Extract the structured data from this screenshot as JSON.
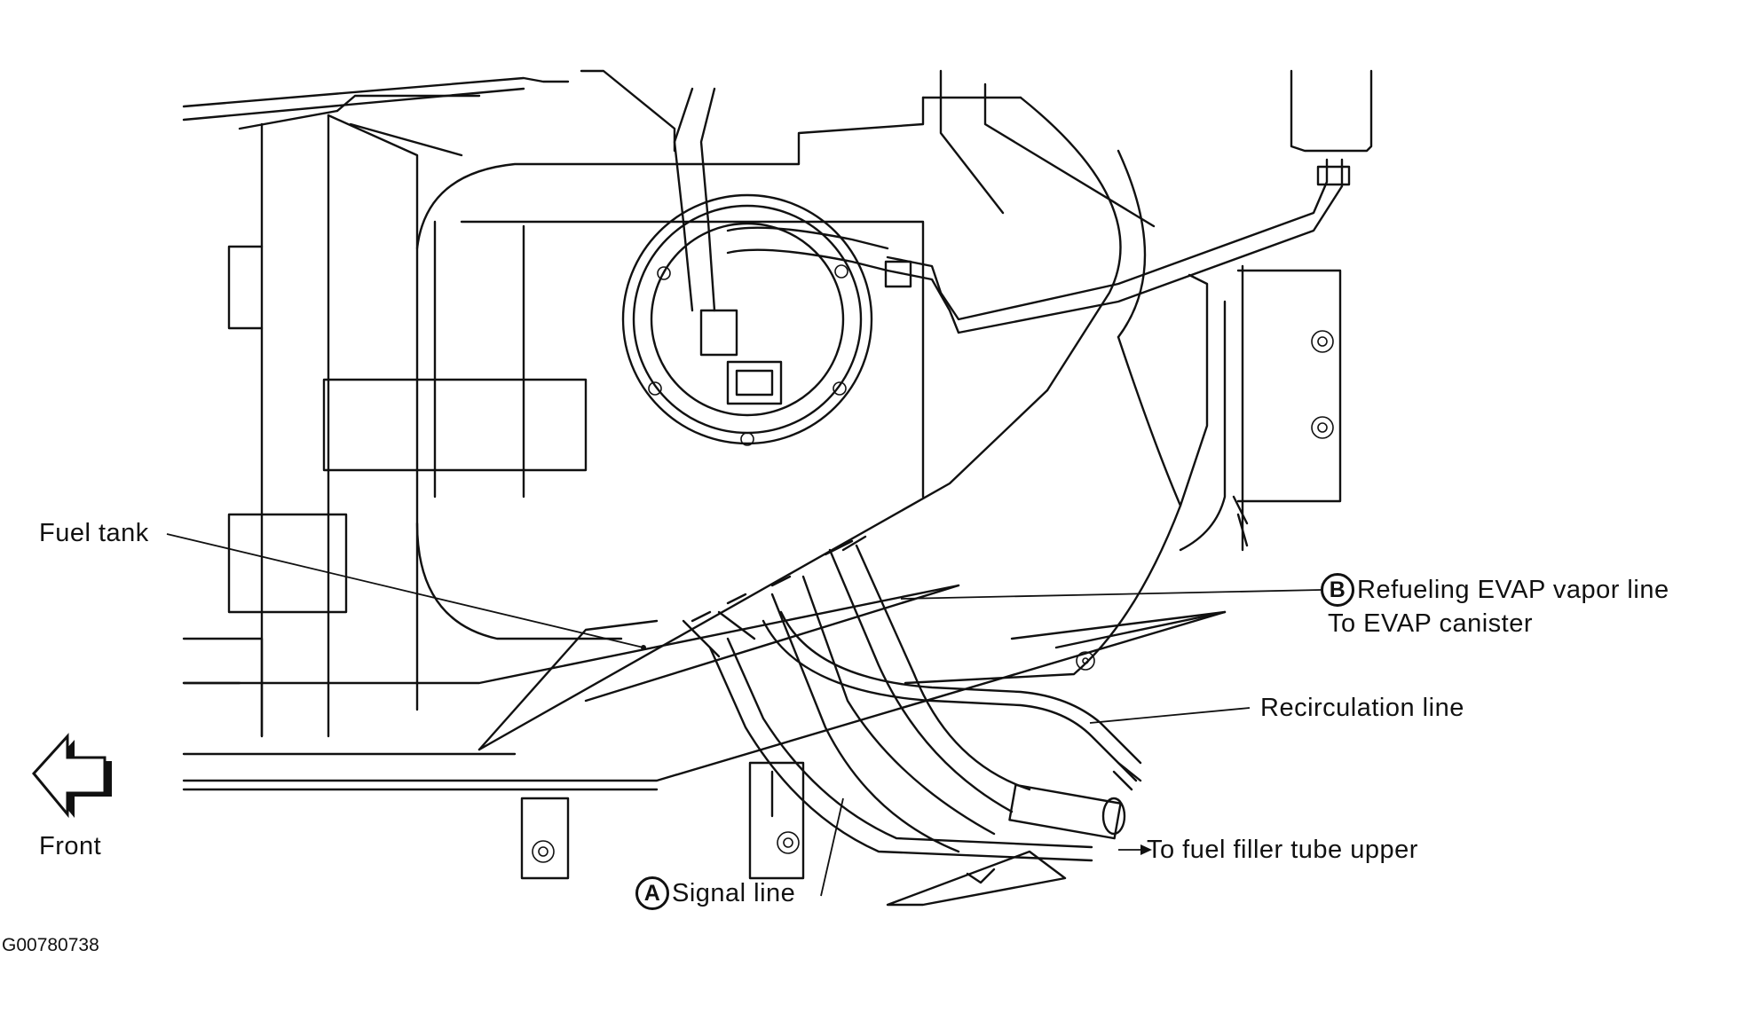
{
  "labels": {
    "fuel_tank": "Fuel tank",
    "refueling_evap_vapor_line": "Refueling EVAP vapor line",
    "to_evap_canister": "To EVAP canister",
    "recirculation_line": "Recirculation line",
    "to_fuel_filler_tube_upper": "To fuel filler tube upper",
    "signal_line": "Signal line",
    "front": "Front"
  },
  "callouts": {
    "a": "A",
    "b": "B"
  },
  "figure_code": "G00780738",
  "icons": {
    "direction_arrow": "left-arrow-icon"
  },
  "colors": {
    "line": "#111111",
    "background": "#ffffff"
  }
}
